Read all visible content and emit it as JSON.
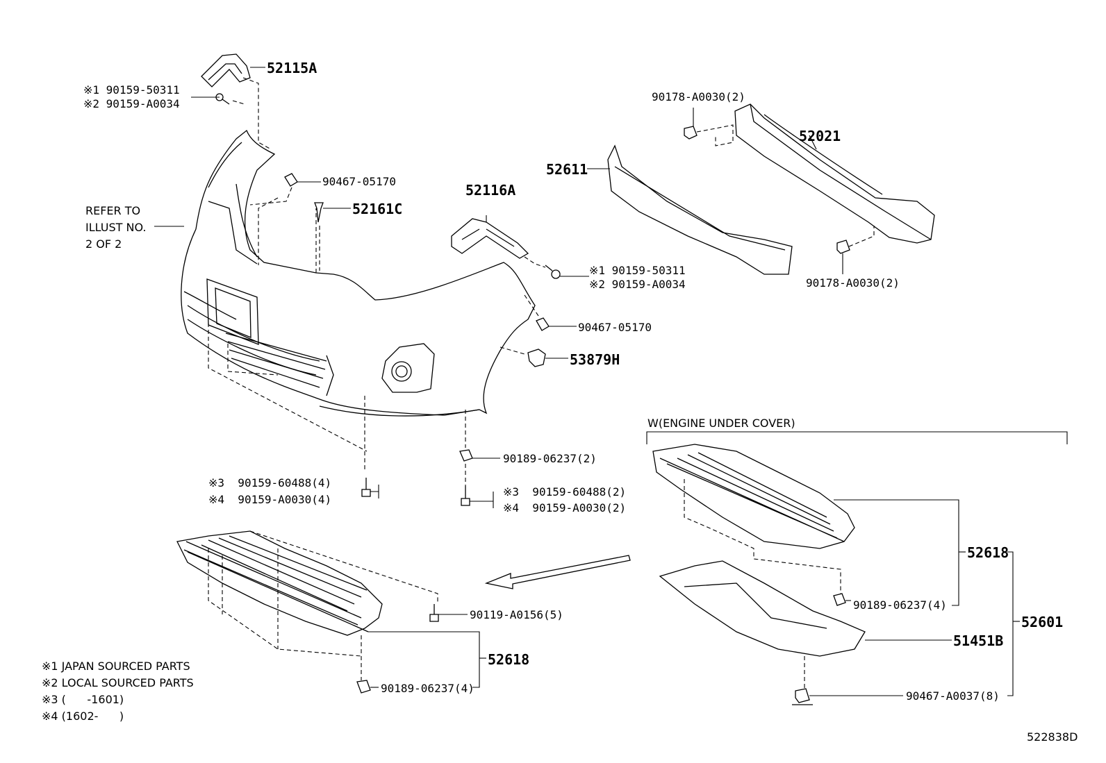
{
  "refer": {
    "line1": "REFER TO",
    "line2": "ILLUST NO.",
    "line3": "2 OF 2"
  },
  "callouts": {
    "c52115A": "52115A",
    "c52021": "52021",
    "c52611": "52611",
    "c52116A": "52116A",
    "c52161C": "52161C",
    "c53879H": "53879H",
    "c52618a": "52618",
    "c52618b": "52618",
    "c52601": "52601",
    "c51451B": "51451B",
    "screw_tl1": "※1 90159-50311",
    "screw_tl2": "※2 90159-A0034",
    "clip_tl": "90467-05170",
    "nut_top": "90178-A0030(2)",
    "nut_bot": "90178-A0030(2)",
    "screw_mid1": "※1 90159-50311",
    "screw_mid2": "※2 90159-A0034",
    "clip_mid": "90467-05170",
    "clip_9018962237": "90189-06237(2)",
    "bolt_l3": "※3  90159-60488(4)",
    "bolt_l4": "※4  90159-A0030(4)",
    "bolt_r3": "※3  90159-60488(2)",
    "bolt_r4": "※4  90159-A0030(2)",
    "bolt_5": "90119-A0156(5)",
    "clip_lower": "90189-06237(4)",
    "clip_right": "90189-06237(4)",
    "clip_8": "90467-A0037(8)"
  },
  "engine_cover_header": "W(ENGINE UNDER COVER)",
  "legend": {
    "l1": "※1 JAPAN SOURCED PARTS",
    "l2": "※2 LOCAL SOURCED PARTS",
    "l3": "※3 (      -1601)",
    "l4": "※4 (1602-      )"
  },
  "diagram_id": "522838D"
}
